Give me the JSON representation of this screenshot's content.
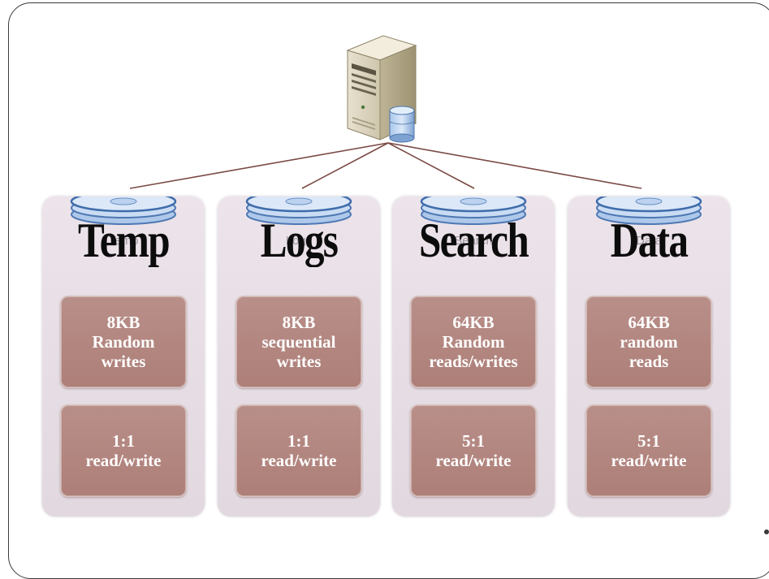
{
  "diagram": {
    "server": {
      "icon": "server-with-database-icon"
    },
    "disk_icon": "disk-platter-icon",
    "colors": {
      "column_bg": "#e6dde4",
      "box_bg": "#b08480",
      "box_text": "#ffffff",
      "title_text": "#0c0c0c",
      "connector": "#7a4a45",
      "disk_blue": "#7fa6d8"
    },
    "columns": [
      {
        "title": "Temp",
        "ghost_label": "Temp",
        "line1": "8KB",
        "line2": "Random",
        "line3": "writes",
        "ratio": "1:1",
        "ratio_label": "read/write"
      },
      {
        "title": "Logs",
        "ghost_label": "Logs",
        "line1": "8KB",
        "line2": "sequential",
        "line3": "writes",
        "ratio": "1:1",
        "ratio_label": "read/write"
      },
      {
        "title": "Search",
        "ghost_label": "Search",
        "line1": "64KB",
        "line2": "Random",
        "line3": "reads/writes",
        "ratio": "5:1",
        "ratio_label": "read/write"
      },
      {
        "title": "Data",
        "ghost_label": "Data",
        "line1": "64KB",
        "line2": "random",
        "line3": "reads",
        "ratio": "5:1",
        "ratio_label": "read/write"
      }
    ]
  }
}
